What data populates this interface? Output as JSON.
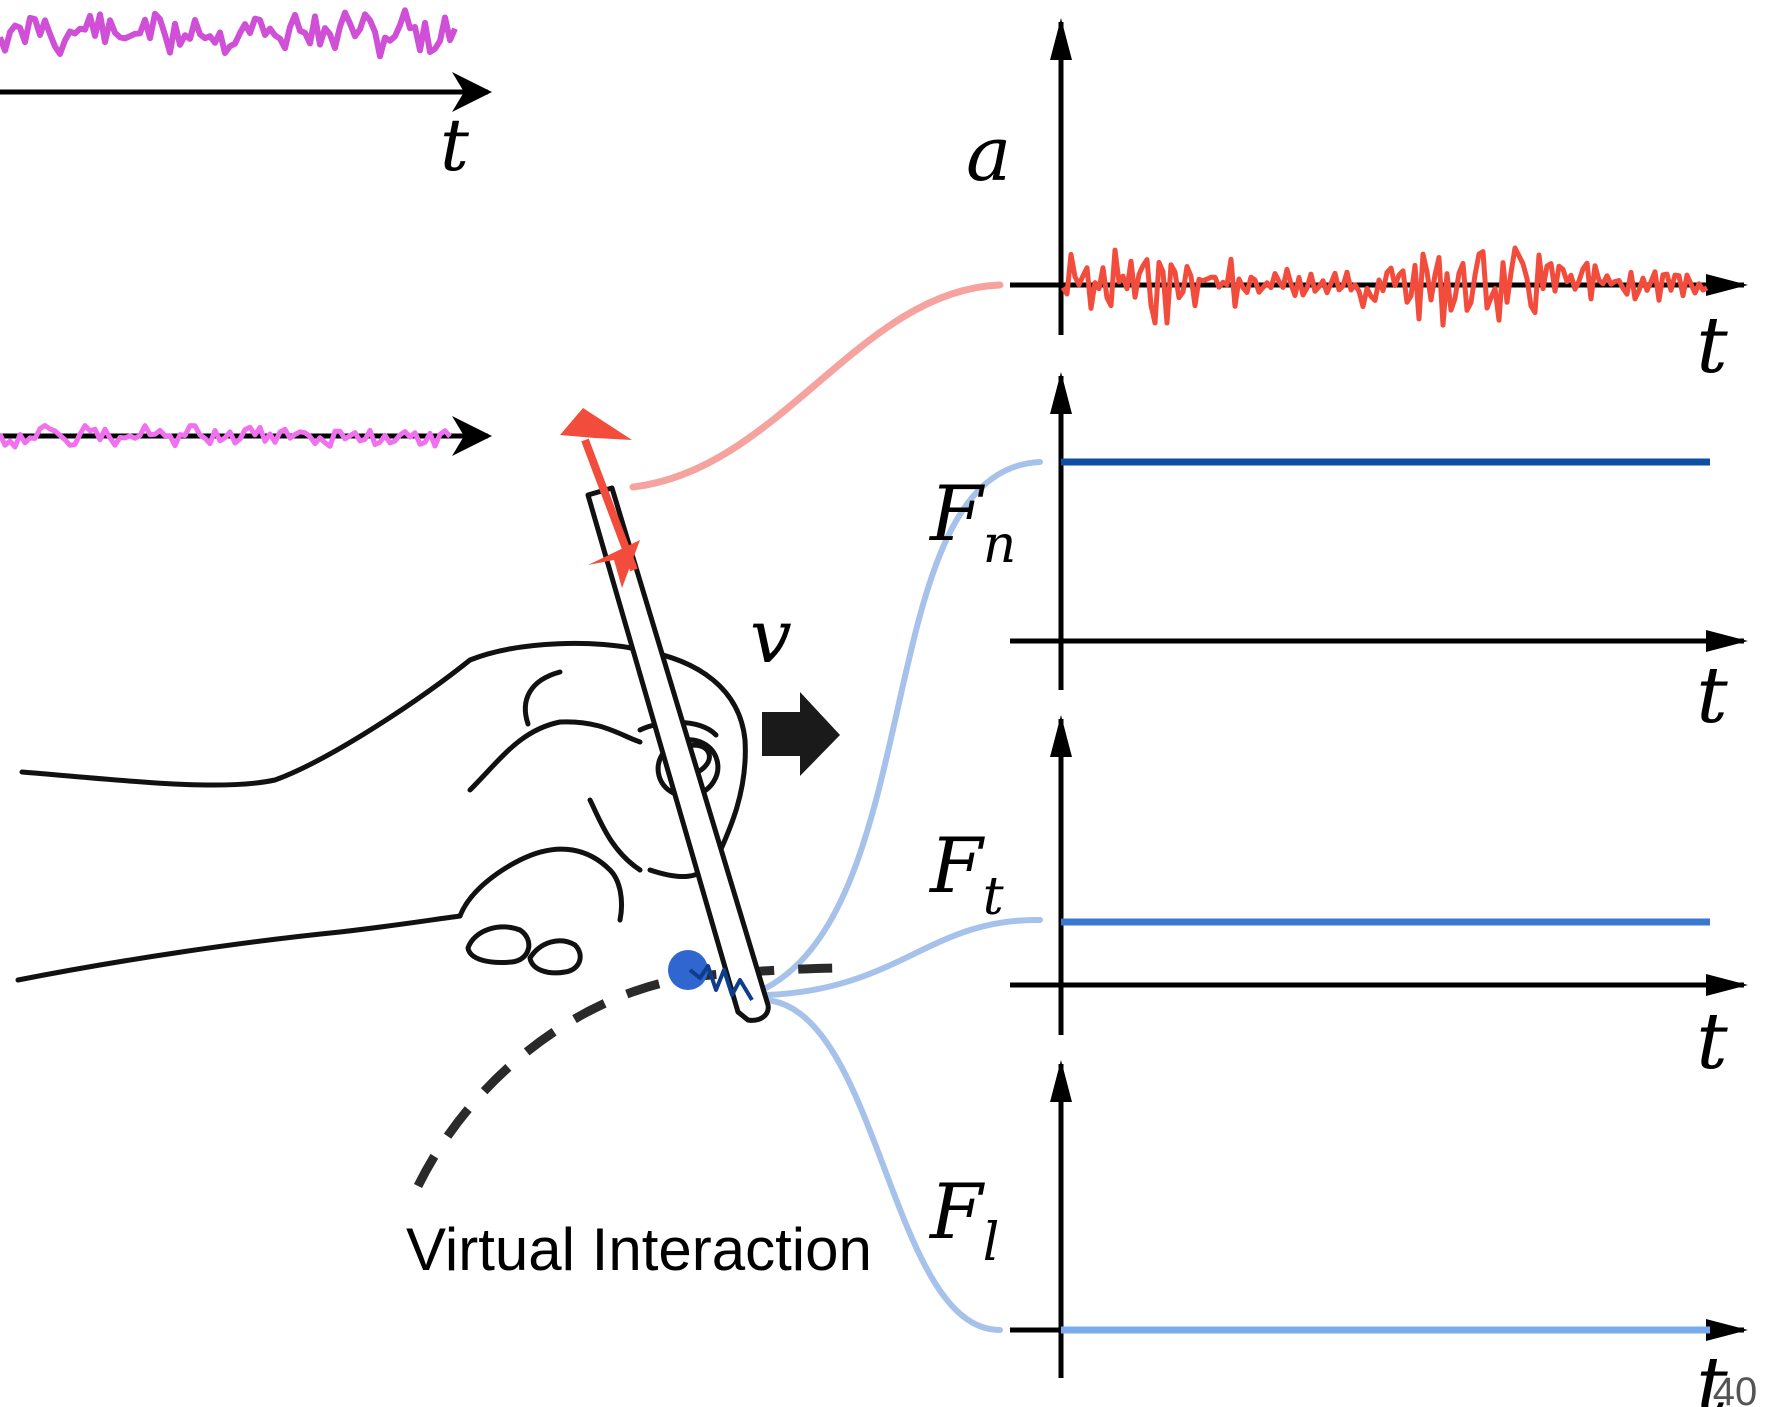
{
  "caption": "Virtual Interaction",
  "page_number": "40",
  "velocity_symbol": "v",
  "top_left_axis_label": "t",
  "colors": {
    "accel_signal": "#f24c3d",
    "accel_connector": "#f6a3a0",
    "force_normal": "#0e4ea3",
    "force_tangential": "#3a78cf",
    "force_lateral": "#7aaaee",
    "force_connector": "#a6c2ea",
    "ghost_signal_top": "#cf4fd6",
    "ghost_signal_mid": "#f070f0",
    "contact_point": "#2f66cf"
  },
  "plots": [
    {
      "id": "accel",
      "y_label": "a",
      "y_sub": "",
      "x_label": "t",
      "signal": "noise"
    },
    {
      "id": "normal",
      "y_label": "F",
      "y_sub": "n",
      "x_label": "t",
      "signal": "constant"
    },
    {
      "id": "tangential",
      "y_label": "F",
      "y_sub": "t",
      "x_label": "t",
      "signal": "constant"
    },
    {
      "id": "lateral",
      "y_label": "F",
      "y_sub": "l",
      "x_label": "t",
      "signal": "constant"
    }
  ]
}
